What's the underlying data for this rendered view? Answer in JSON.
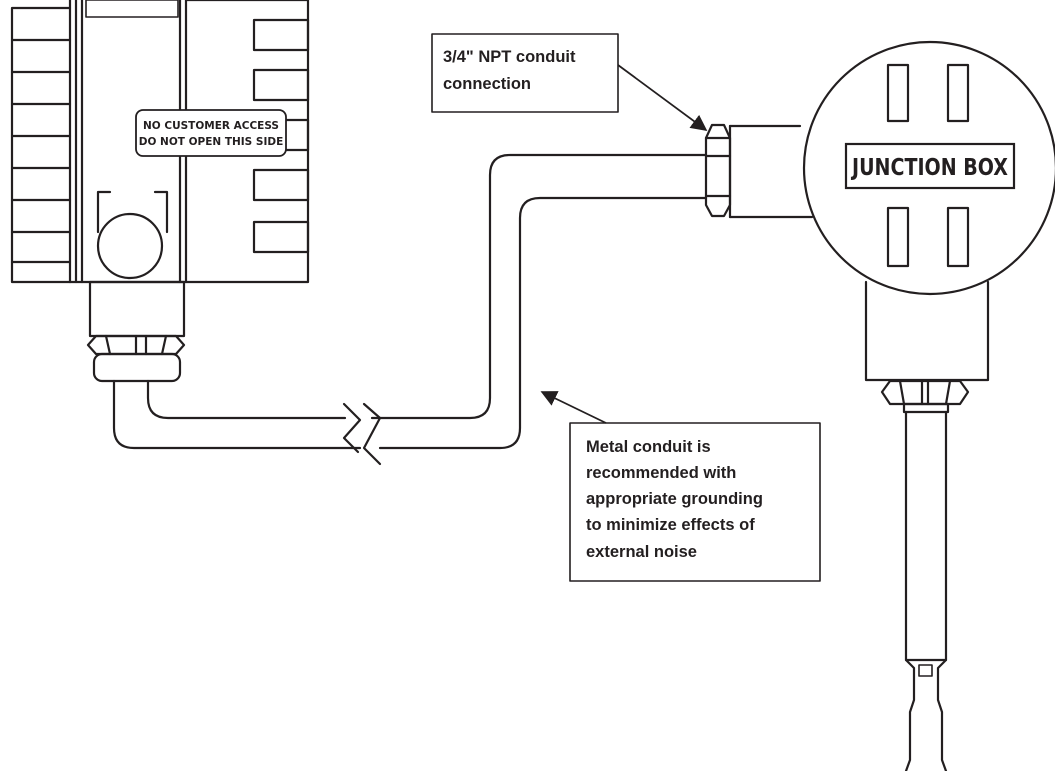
{
  "transmitter": {
    "warning_line_1": "NO CUSTOMER ACCESS",
    "warning_line_2": "DO NOT OPEN THIS SIDE"
  },
  "junction_box": {
    "label": "JUNCTION BOX"
  },
  "callouts": {
    "npt": {
      "line_1": "3/4\" NPT conduit",
      "line_2": "connection"
    },
    "metal_conduit": {
      "line_1": "Metal conduit is",
      "line_2": "recommended with",
      "line_3": "appropriate grounding",
      "line_4": "to minimize effects of",
      "line_5": "external noise"
    }
  }
}
